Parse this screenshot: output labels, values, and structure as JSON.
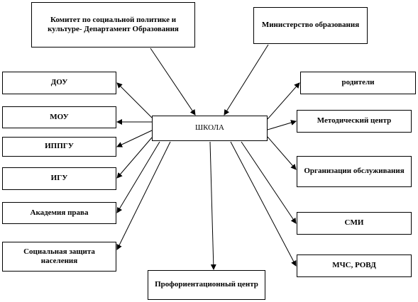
{
  "nodes": {
    "committee": "Комитет по социальной политике и культуре- Департамент Образования",
    "ministry": "Министерство образования",
    "school": "ШКОЛА",
    "dou": "ДОУ",
    "mou": "МОУ",
    "ippgu": "ИППГУ",
    "igu": "ИГУ",
    "academy": "Академия права",
    "social": "Социальная защита населения",
    "prof": "Профориентационный центр",
    "parents": "родители",
    "method": "Методический центр",
    "service": "Организации обслуживания",
    "smi": "СМИ",
    "mchs": "МЧС, РОВД"
  }
}
